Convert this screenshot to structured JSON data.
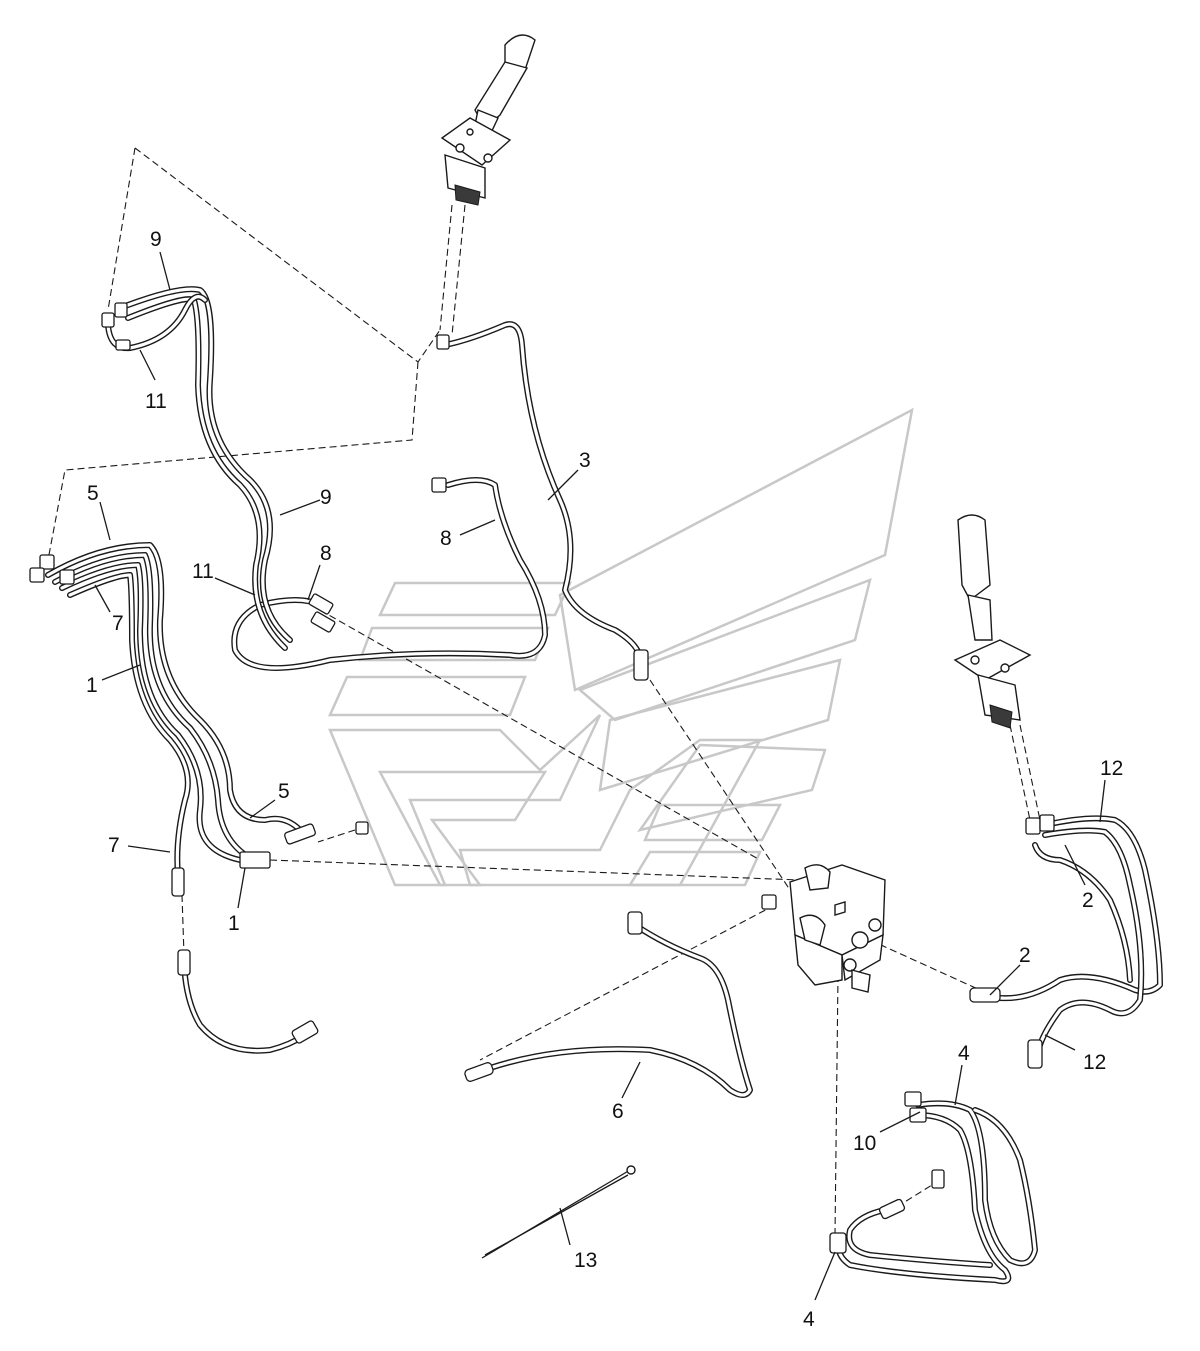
{
  "callouts": {
    "c9_top": "9",
    "c11_top": "11",
    "c3": "3",
    "c9_mid": "9",
    "c8_right": "8",
    "c5_top": "5",
    "c7_top": "7",
    "c8_left": "8",
    "c11_mid": "11",
    "c1_top": "1",
    "c5_bottom": "5",
    "c7_bottom": "7",
    "c1_bottom": "1",
    "c12_top": "12",
    "c2_top": "2",
    "c2_bottom": "2",
    "c12_bottom": "12",
    "c6": "6",
    "c4_top": "4",
    "c10": "10",
    "c13": "13",
    "c4_bottom": "4"
  },
  "colors": {
    "line": "#1a1a1a",
    "watermark": "#c8c8c8",
    "background": "#ffffff"
  },
  "icons": {
    "watermark": "wing-logo-watermark",
    "joystick_left": "joystick-control-icon",
    "joystick_right": "joystick-control-icon",
    "valve": "hydraulic-valve-block-icon",
    "tie": "cable-tie-icon"
  }
}
